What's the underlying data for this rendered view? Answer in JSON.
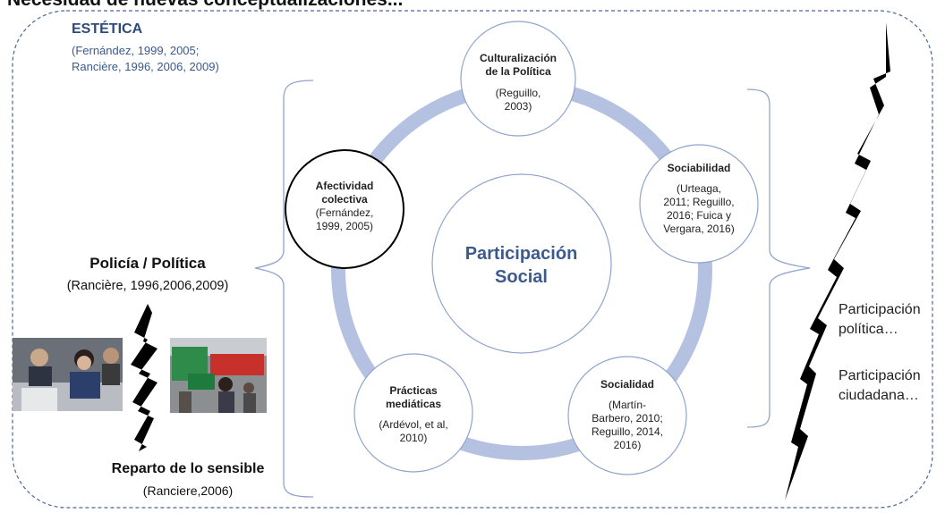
{
  "header": {
    "title": "Necesidad de nuevas conceptualizaciones..."
  },
  "estetica": {
    "title": "ESTÉTICA",
    "ref": "(Fernández, 1999, 2005;\nRancière, 1996, 2006, 2009)"
  },
  "policia": {
    "title": "Policía / Política",
    "ref": "(Rancière,  1996,2006,2009)"
  },
  "reparto": {
    "title": "Reparto de lo sensible",
    "ref": "(Ranciere,2006)"
  },
  "center": {
    "line1": "Participación",
    "line2": "Social"
  },
  "nodes": {
    "culturalizacion": {
      "title1": "Culturalización",
      "title2": "de la Política",
      "ref1": "(Reguillo,",
      "ref2": "2003)"
    },
    "sociabilidad": {
      "title": "Sociabilidad",
      "ref1": "(Urteaga,",
      "ref2": "2011; Reguillo,",
      "ref3": "2016; Fuica y",
      "ref4": "Vergara, 2016)"
    },
    "socialidad": {
      "title": "Socialidad",
      "ref1": "(Martín-",
      "ref2": "Barbero, 2010;",
      "ref3": "Reguillo, 2014,",
      "ref4": "2016)"
    },
    "practicas": {
      "title1": "Prácticas",
      "title2": "mediáticas",
      "ref1": "(Ardévol, et al,",
      "ref2": "2010)"
    },
    "afectividad": {
      "title1": "Afectividad",
      "title2": "colectiva",
      "ref1": "(Fernández,",
      "ref2": "1999, 2005)"
    }
  },
  "right": {
    "item1_line1": "Participación",
    "item1_line2": "política…",
    "item2_line1": "Participación",
    "item2_line2": "ciudadana…"
  },
  "colors": {
    "ring": "#b4c1e0",
    "circle_border": "#8fa4cc",
    "dashed_frame": "#4a6898",
    "center_text": "#3d5a8c"
  }
}
